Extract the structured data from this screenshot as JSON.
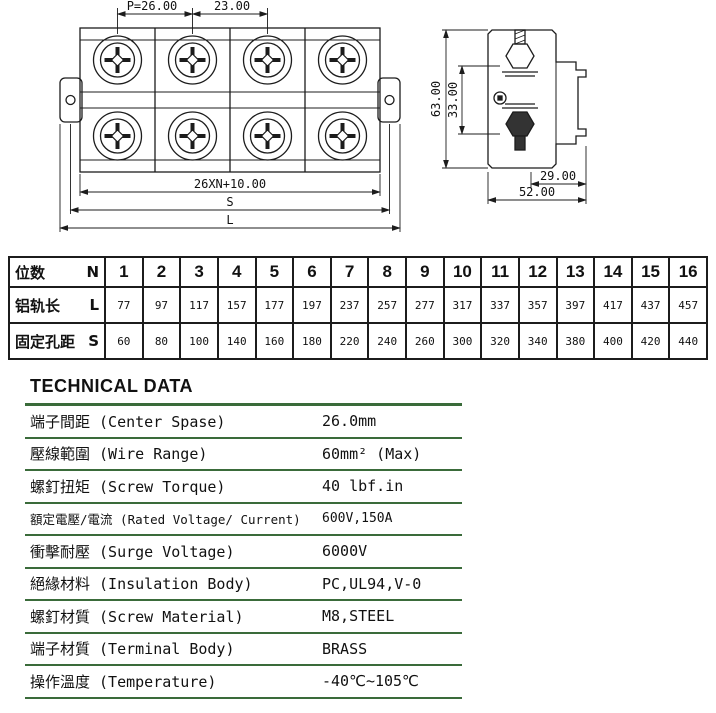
{
  "colors": {
    "accent": "#3a6b3a",
    "line": "#1c1c1c"
  },
  "drawing": {
    "front_view": {
      "dim_pitch": "P=26.00",
      "dim_width": "23.00",
      "dim_formula": "26XN+10.00",
      "dim_s": "S",
      "dim_l": "L"
    },
    "side_view": {
      "dim_height": "63.00",
      "dim_inner_height": "33.00",
      "dim_rail_width": "29.00",
      "dim_depth": "52.00"
    }
  },
  "size_table": {
    "rows": [
      {
        "label": "位数",
        "symbol": "N",
        "values": [
          "1",
          "2",
          "3",
          "4",
          "5",
          "6",
          "7",
          "8",
          "9",
          "10",
          "11",
          "12",
          "13",
          "14",
          "15",
          "16"
        ]
      },
      {
        "label": "铝轨长",
        "symbol": "L",
        "values": [
          "77",
          "97",
          "117",
          "157",
          "177",
          "197",
          "237",
          "257",
          "277",
          "317",
          "337",
          "357",
          "397",
          "417",
          "437",
          "457"
        ]
      },
      {
        "label": "固定孔距",
        "symbol": "S",
        "values": [
          "60",
          "80",
          "100",
          "140",
          "160",
          "180",
          "220",
          "240",
          "260",
          "300",
          "320",
          "340",
          "380",
          "400",
          "420",
          "440"
        ]
      }
    ]
  },
  "technical_data": {
    "title": "TECHNICAL DATA",
    "rows": [
      {
        "label": "端子間距 (Center Spase)",
        "value": "26.0mm"
      },
      {
        "label": "壓線範圍 (Wire Range)",
        "value": "60mm² (Max)"
      },
      {
        "label": "螺釘扭矩 (Screw Torque)",
        "value": "40 lbf.in"
      },
      {
        "label": "額定電壓/電流 (Rated Voltage/ Current)",
        "value": "600V,150A"
      },
      {
        "label": "衝擊耐壓 (Surge Voltage)",
        "value": "6000V"
      },
      {
        "label": "絕緣材料 (Insulation Body)",
        "value": "PC,UL94,V-0"
      },
      {
        "label": "螺釘材質 (Screw Material)",
        "value": "M8,STEEL"
      },
      {
        "label": "端子材質 (Terminal Body)",
        "value": "BRASS"
      },
      {
        "label": "操作溫度 (Temperature)",
        "value": "-40℃~105℃"
      }
    ]
  }
}
